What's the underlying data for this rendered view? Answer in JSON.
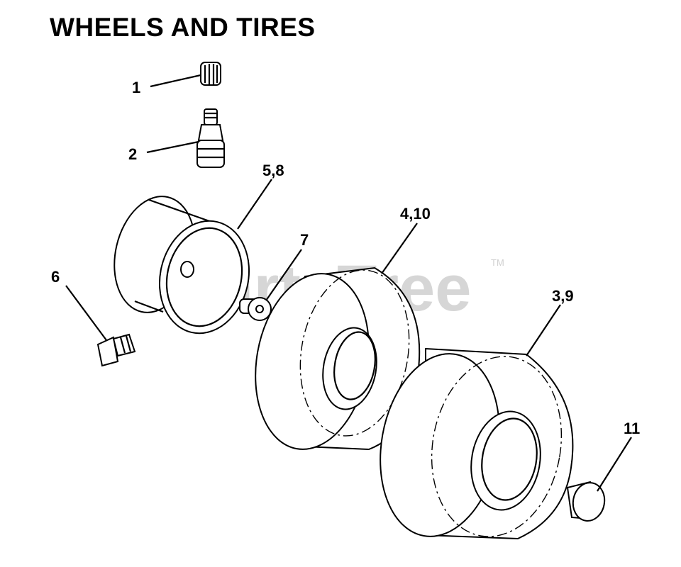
{
  "title": "WHEELS AND TIRES",
  "watermark": {
    "text": "PartsTree",
    "trademark": "TM"
  },
  "callouts": [
    {
      "id": "1",
      "label": "1"
    },
    {
      "id": "2",
      "label": "2"
    },
    {
      "id": "5-8",
      "label": "5,8"
    },
    {
      "id": "7",
      "label": "7"
    },
    {
      "id": "6",
      "label": "6"
    },
    {
      "id": "4-10",
      "label": "4,10"
    },
    {
      "id": "3-9",
      "label": "3,9"
    },
    {
      "id": "11",
      "label": "11"
    }
  ]
}
